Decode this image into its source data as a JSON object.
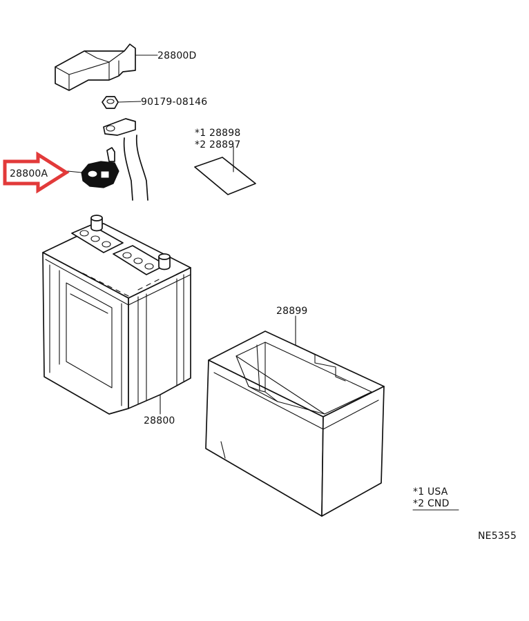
{
  "labels": {
    "cover": "28800D",
    "nut": "90179-08146",
    "label_star1": "*1  28898",
    "label_star2": "*2  28897",
    "terminal": "28800A",
    "tray": "28899",
    "battery": "28800",
    "legend_usa": "*1  USA",
    "legend_cnd": "*2  CND",
    "figure_id": "NE5355"
  },
  "colors": {
    "highlight_arrow": "#e23a3a",
    "line": "#111111"
  },
  "icons": {
    "highlight": "red-arrow-icon"
  }
}
